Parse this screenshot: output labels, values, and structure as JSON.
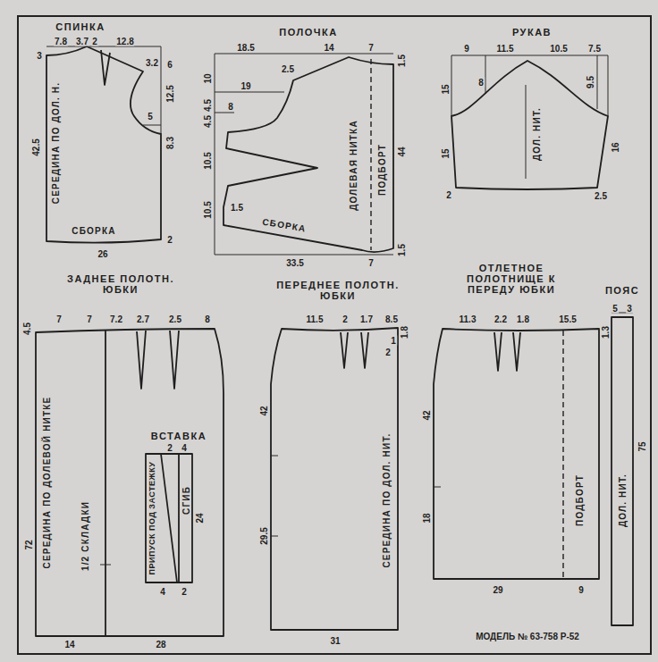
{
  "diagram": {
    "nodes": [
      {
        "text": [
          "СПИНКА",
          "СЕРЕДИНА ПО ДОЛ. Н.",
          "СБОРКА"
        ]
      },
      {
        "text": [
          "ПОЛОЧКА",
          "ДОЛЕВАЯ НИТКА",
          "ПОДБОРТ",
          "СБОРКА"
        ]
      },
      {
        "text": [
          "РУКАВ",
          "ДОЛ. НИТ."
        ]
      },
      {
        "text": [
          "ЗАДНЕЕ ПОЛОТН. ЮБКИ",
          "СЕРЕДИНА ПО ДОЛЕВОЙ НИТКЕ",
          "1/2 СКЛАДКИ"
        ]
      },
      {
        "text": [
          "ВСТАВКА",
          "ПРИПУСК ПОД ЗАСТЕЖКУ",
          "СГИБ"
        ],
        "in": 3
      },
      {
        "text": [
          "ПЕРЕДНЕЕ ПОЛОТН. ЮБКИ",
          "СЕРЕДИНА ПО ДОЛ. НИТ."
        ]
      },
      {
        "text": [
          "ОТЛЕТНОЕ ПОЛОТНИЩЕ К ПЕРЕДУ ЮБКИ",
          "ПОДБОРТ"
        ]
      },
      {
        "text": [
          "ПОЯС",
          "ДОЛ. НИТ."
        ]
      }
    ],
    "labels": [
      "7.8",
      "3.7",
      "2",
      "12.8",
      "3",
      "3.2",
      "6",
      "12.5",
      "5",
      "42.5",
      "8.3",
      "26",
      "2",
      "18.5",
      "14",
      "7",
      "1.5",
      "10",
      "2.5",
      "19",
      "4.5",
      "8",
      "4.5",
      "10.5",
      "1.5",
      "10.5",
      "44",
      "33.5",
      "7",
      "1.5",
      "9",
      "11.5",
      "10.5",
      "7.5",
      "15",
      "8",
      "9.5",
      "16",
      "15",
      "2",
      "2.5",
      "4.5",
      "7",
      "7",
      "7.2",
      "2.7",
      "2.5",
      "8",
      "72",
      "14",
      "28",
      "2",
      "4",
      "24",
      "4",
      "2",
      "11.5",
      "2",
      "1.7",
      "8.5",
      "1.8",
      "1",
      "2",
      "42",
      "29.5",
      "31",
      "11.3",
      "2.2",
      "1.8",
      "15.5",
      "1.3",
      "42",
      "18",
      "29",
      "9",
      "5",
      "3",
      "75",
      "МОДЕЛЬ № 63-758 Р-52"
    ]
  }
}
